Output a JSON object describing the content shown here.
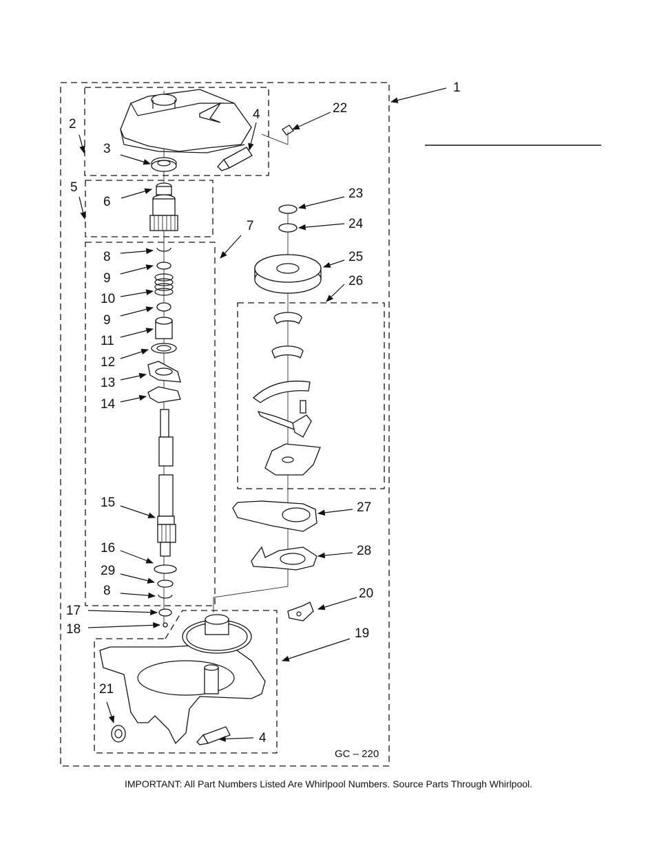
{
  "diagram": {
    "drawing_code": "GC – 220",
    "footer_note": "IMPORTANT: All Part Numbers Listed Are Whirlpool Numbers. Source Parts Through Whirlpool.",
    "callouts": [
      "1",
      "2",
      "3",
      "4",
      "5",
      "6",
      "7",
      "8",
      "9",
      "10",
      "9",
      "11",
      "12",
      "13",
      "14",
      "15",
      "16",
      "29",
      "8",
      "17",
      "18",
      "19",
      "20",
      "21",
      "4",
      "22",
      "23",
      "24",
      "25",
      "26",
      "27",
      "28"
    ]
  }
}
